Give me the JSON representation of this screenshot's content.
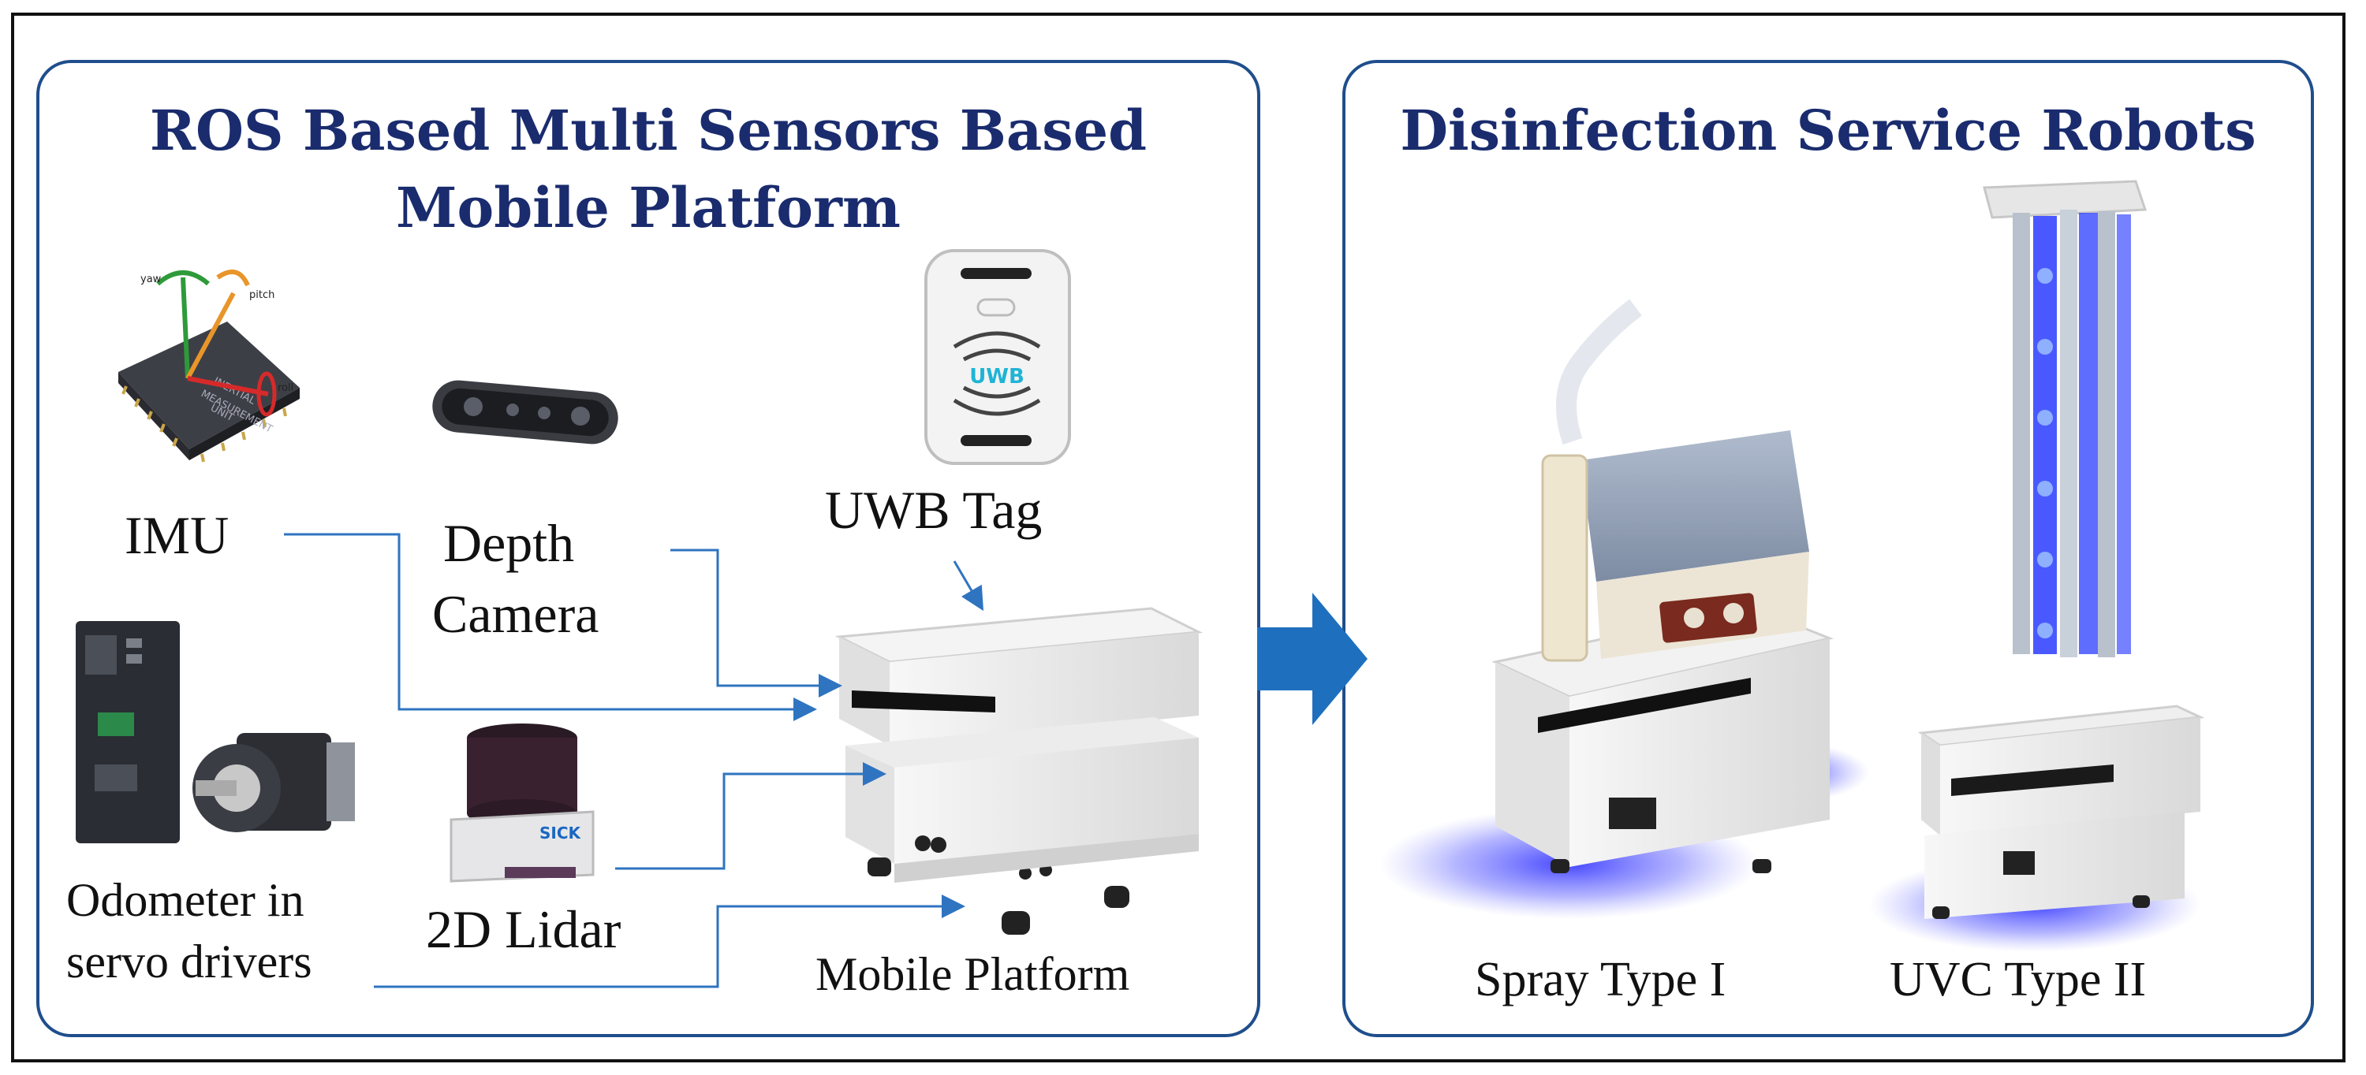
{
  "left_panel": {
    "title_line1": "ROS Based Multi Sensors Based",
    "title_line2": "Mobile Platform",
    "sensors": {
      "imu": "IMU",
      "depth_line1": "Depth",
      "depth_line2": "Camera",
      "uwb": "UWB Tag",
      "odometer_line1": "Odometer in",
      "odometer_line2": "servo drivers",
      "lidar": "2D Lidar",
      "platform": "Mobile Platform"
    },
    "imu_chip_text": [
      "INERTIAL",
      "MEASUREMENT",
      "UNIT"
    ],
    "imu_axes": [
      "yaw",
      "pitch",
      "roll"
    ],
    "uwb_badge": "UWB",
    "lidar_brand": "SICK"
  },
  "right_panel": {
    "title": "Disinfection Service Robots",
    "robot1": "Spray Type I",
    "robot2": "UVC Type II"
  },
  "colors": {
    "title": "#1a2c6e",
    "panel_border": "#1f4e8c",
    "connector": "#2f74c0",
    "big_arrow": "#1f6fbf",
    "uv_glow": "#3a3cff"
  }
}
